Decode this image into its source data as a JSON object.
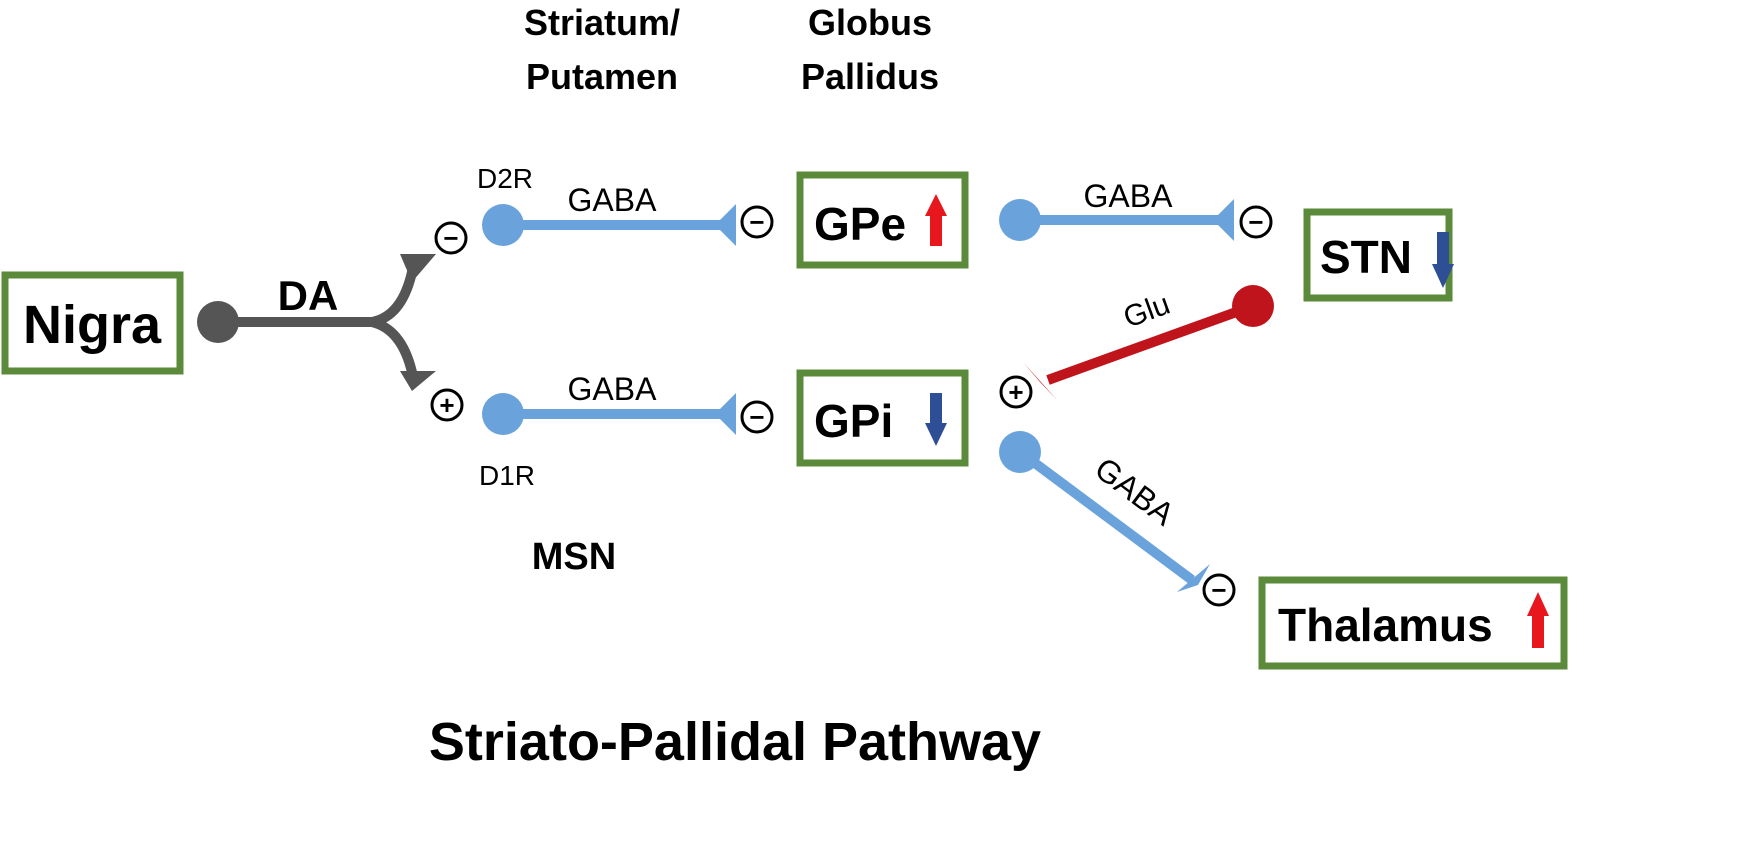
{
  "title": "Striato-Pallidal Pathway",
  "column_headers": {
    "striatum": [
      "Striatum/",
      "Putamen"
    ],
    "globus": [
      "Globus",
      "Pallidus"
    ]
  },
  "nodes": {
    "nigra": "Nigra",
    "gpe": "GPe",
    "gpi": "GPi",
    "stn": "STN",
    "thalamus": "Thalamus"
  },
  "labels": {
    "da": "DA",
    "d2r": "D2R",
    "d1r": "D1R",
    "msn": "MSN",
    "gaba_d2": "GABA",
    "gaba_d1": "GABA",
    "gaba_gpe_stn": "GABA",
    "glu": "Glu",
    "gaba_gpi_thal": "GABA"
  },
  "signs": {
    "minus": "−",
    "plus": "+"
  },
  "activity": {
    "gpe": "up",
    "gpi": "down",
    "stn": "down",
    "thalamus": "up"
  },
  "colors": {
    "box_border": "#5a8a3a",
    "gaba_line": "#6aa3dc",
    "glu_line": "#c0141c",
    "da_line": "#555555",
    "up_arrow": "#e8171e",
    "down_arrow": "#2e4f95"
  }
}
